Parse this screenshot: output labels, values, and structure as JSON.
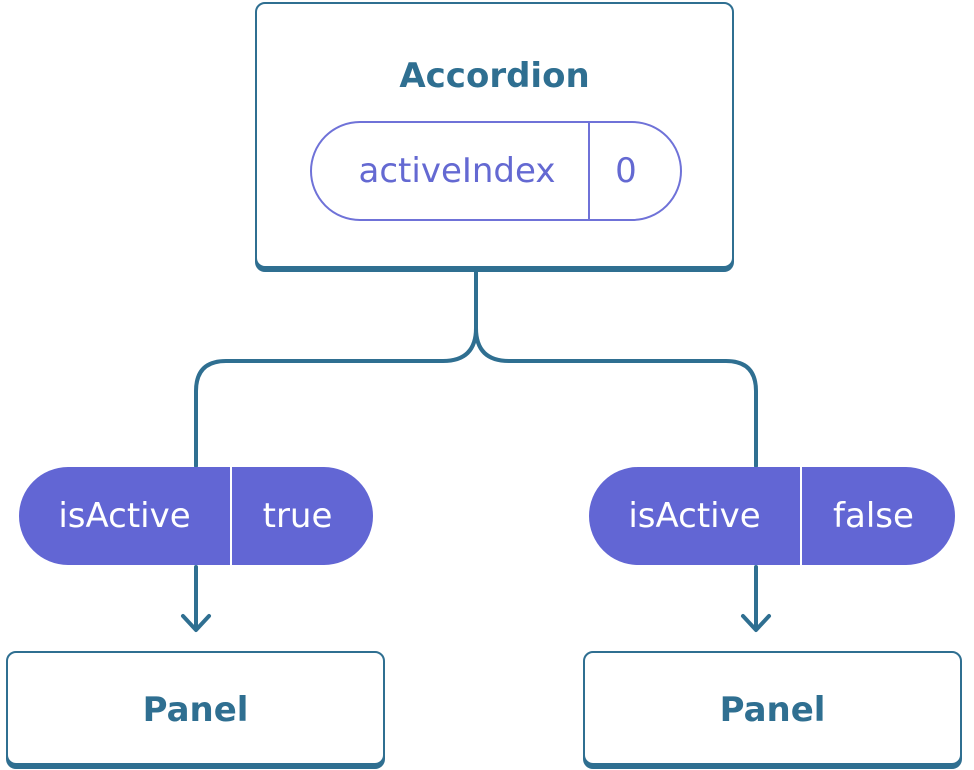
{
  "nodes": {
    "accordion": {
      "title": "Accordion",
      "state_name": "activeIndex",
      "state_value": "0"
    },
    "left_panel": {
      "prop_name": "isActive",
      "prop_value": "true",
      "title": "Panel"
    },
    "right_panel": {
      "prop_name": "isActive",
      "prop_value": "false",
      "title": "Panel"
    }
  },
  "colors": {
    "outline": "#2f6f91",
    "state_outline": "#6f72d8",
    "prop_fill": "#6266d4"
  }
}
